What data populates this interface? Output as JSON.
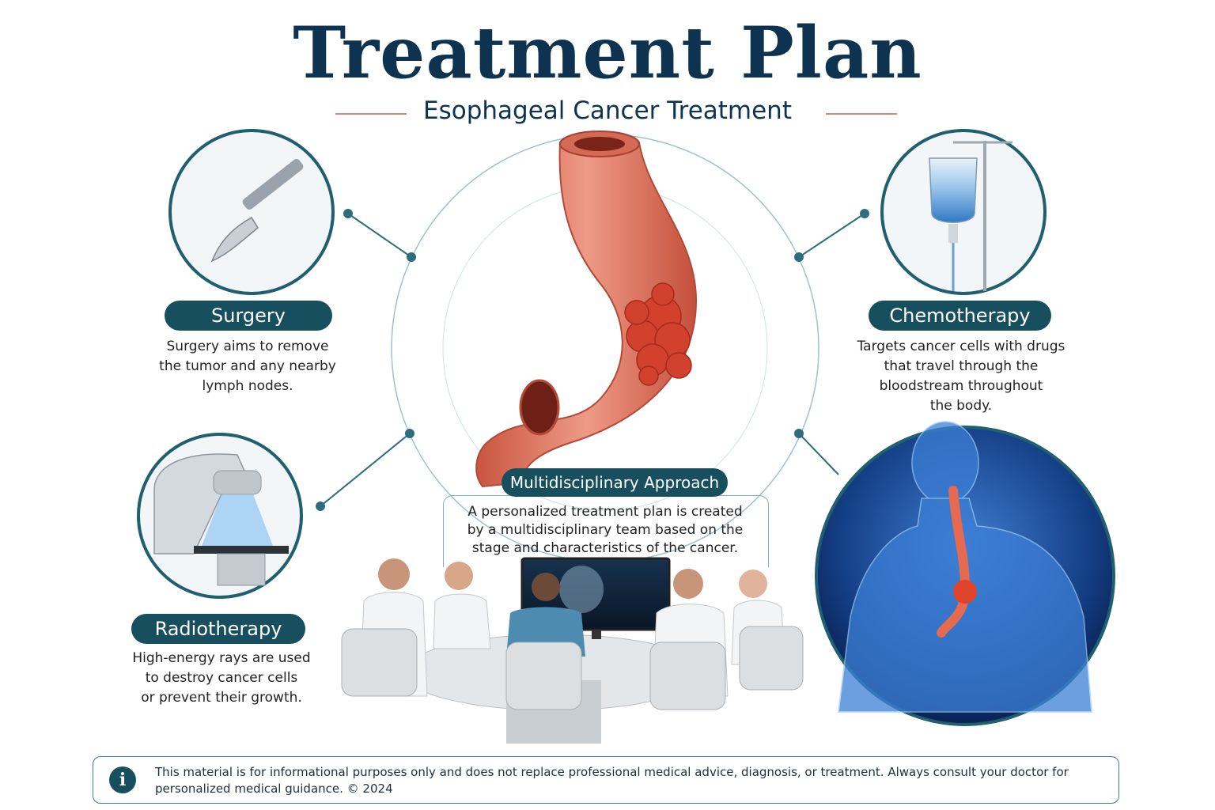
{
  "title": "Treatment Plan",
  "subtitle": "Esophageal Cancer Treatment",
  "treatments": [
    {
      "name": "Surgery",
      "description": "Surgery aims to remove the tumor and any nearby lymph nodes.",
      "lines": [
        "Surgery aims to remove",
        "the tumor and any nearby",
        "lymph nodes."
      ],
      "icon": "scalpel-icon"
    },
    {
      "name": "Chemotherapy",
      "description": "Targets cancer cells with drugs that travel through the bloodstream throughout the body.",
      "lines": [
        "Targets cancer cells with drugs",
        "that travel through the",
        "bloodstream throughout",
        "the body."
      ],
      "icon": "iv-drip-icon"
    },
    {
      "name": "Radiotherapy",
      "description": "High-energy rays are used to destroy cancer cells or prevent their growth.",
      "lines": [
        "High-energy rays are used",
        "to destroy cancer cells",
        "or prevent their growth."
      ],
      "icon": "radiation-machine-icon"
    }
  ],
  "multidisciplinary": {
    "title": "Multidisciplinary Approach",
    "lines": [
      "A personalized treatment plan is created",
      "by a multidisciplinary team based on the",
      "stage and characteristics of the cancer."
    ]
  },
  "disclaimer": {
    "icon": "info-icon",
    "icon_glyph": "i",
    "lines": [
      "This material is for informational purposes only and does not replace professional medical advice, diagnosis, or treatment. Always consult your doctor for",
      "personalized medical guidance. © 2024"
    ]
  },
  "colors": {
    "title": "#0e3350",
    "pill": "#174f5f",
    "accent": "#d98574",
    "tissue": "#e07a66"
  }
}
